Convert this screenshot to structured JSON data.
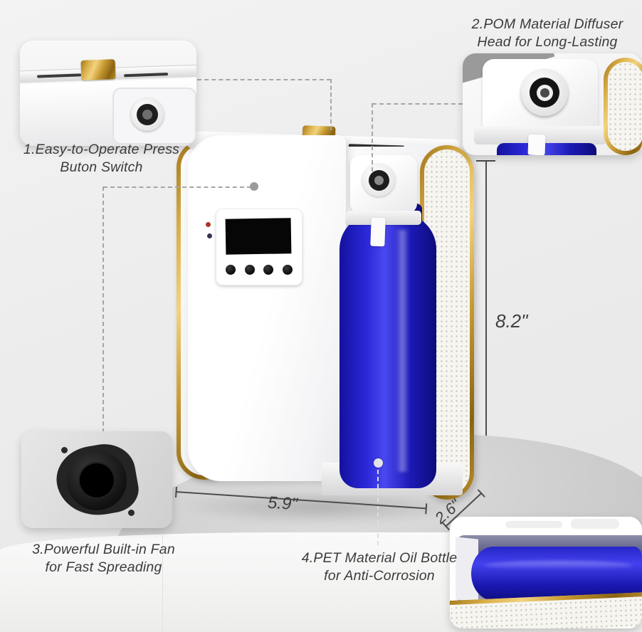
{
  "product": {
    "name": "wall-mount scent diffuser annotated diagram",
    "colors": {
      "gold_trim": "#c89a33",
      "bottle_blue": "#1b19b4",
      "label_text": "#3b3b3b",
      "background": "#ececec"
    },
    "callouts": {
      "c1": {
        "line1": "1.Easy-to-Operate Press",
        "line2": "Buton Switch"
      },
      "c2": {
        "line1": "2.POM Material Diffuser",
        "line2": "Head for Long-Lasting"
      },
      "c3": {
        "line1": "3.Powerful Built-in Fan",
        "line2": "for Fast Spreading"
      },
      "c4": {
        "line1": "4.PET Material Oil Bottle",
        "line2": "for Anti-Corrosion"
      }
    },
    "dimensions": {
      "height": "8.2\"",
      "width": "5.9\"",
      "depth": "2.6\""
    }
  }
}
